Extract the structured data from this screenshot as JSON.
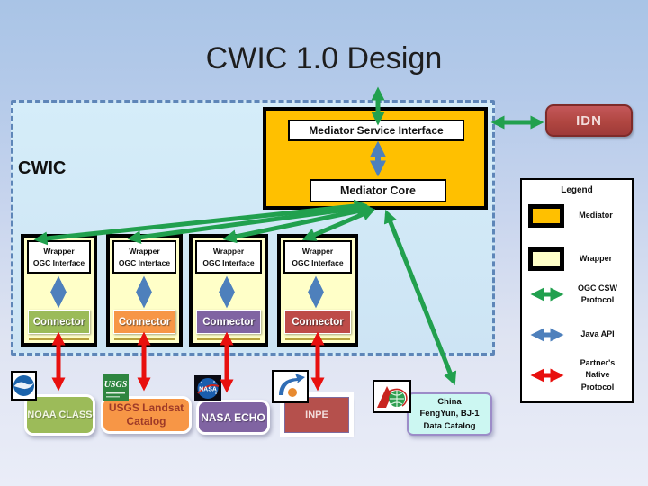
{
  "title": "CWIC 1.0 Design",
  "cwic": {
    "label": "CWIC"
  },
  "mediator": {
    "service_interface": "Mediator Service Interface",
    "core": "Mediator Core"
  },
  "idn": {
    "label": "IDN"
  },
  "wrapper": {
    "line1": "Wrapper",
    "line2": "OGC Interface",
    "connector": "Connector"
  },
  "legend": {
    "title": "Legend",
    "items": [
      {
        "swatch": "mediator-swatch",
        "label": "Mediator"
      },
      {
        "swatch": "wrapper-swatch",
        "label": "Wrapper"
      },
      {
        "swatch": "green-double-arrow",
        "label": "OGC CSW\nProtocol"
      },
      {
        "swatch": "blue-double-arrow",
        "label": "Java API"
      },
      {
        "swatch": "red-double-arrow",
        "label": "Partner's\nNative\nProtocol"
      }
    ]
  },
  "partners": [
    {
      "name": "NOAA CLASS",
      "color": "#9BBB59"
    },
    {
      "name": "USGS Landsat\nCatalog",
      "color": "#F79646"
    },
    {
      "name": "NASA ECHO",
      "color": "#8064A2"
    },
    {
      "name": "INPE",
      "color": "#C0504D"
    },
    {
      "name": "China\nFengYun, BJ-1\nData Catalog",
      "color": "#CCF7F2"
    }
  ],
  "logos": {
    "usgs_text": "USGS",
    "nasa_text": "NASA"
  },
  "colors": {
    "mediator_fill": "#FFC000",
    "wrapper_fill": "#FFFFC8",
    "idn_fill": "#B5504C",
    "ogc_csw_arrow": "#21A04E",
    "java_api_arrow": "#4E80BC",
    "partner_native_arrow": "#E8100E",
    "connectors": [
      "#9BBB59",
      "#F79646",
      "#8064A2",
      "#C0504D"
    ]
  }
}
